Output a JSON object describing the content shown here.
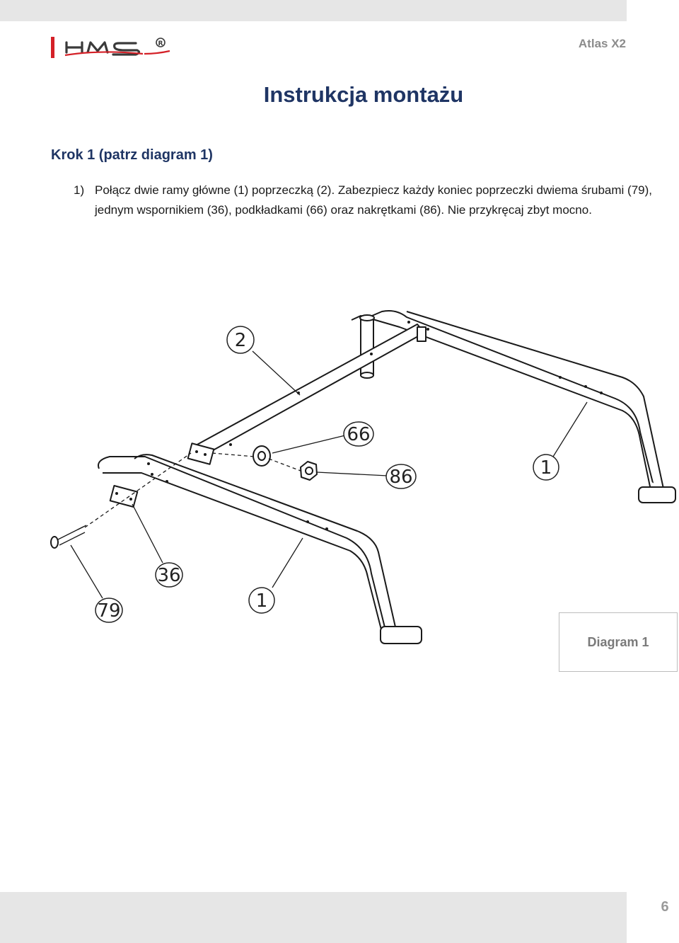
{
  "header": {
    "brand": "HMS",
    "product": "Atlas X2"
  },
  "document": {
    "title": "Instrukcja montażu",
    "step_heading": "Krok 1 (patrz diagram 1)",
    "instructions": [
      {
        "number": "1)",
        "text": "Połącz dwie ramy główne (1) poprzeczką (2). Zabezpiecz każdy koniec poprzeczki dwiema śrubami (79), jednym wspornikiem (36), podkładkami (66) oraz nakrętkami (86). Nie przykręcaj zbyt mocno."
      }
    ]
  },
  "diagram": {
    "caption": "Diagram 1",
    "part_labels": {
      "crossbar": "2",
      "washer": "66",
      "nut": "86",
      "frame_right": "1",
      "bracket": "36",
      "frame_left": "1",
      "bolt": "79"
    }
  },
  "footer": {
    "page_number": "6"
  }
}
